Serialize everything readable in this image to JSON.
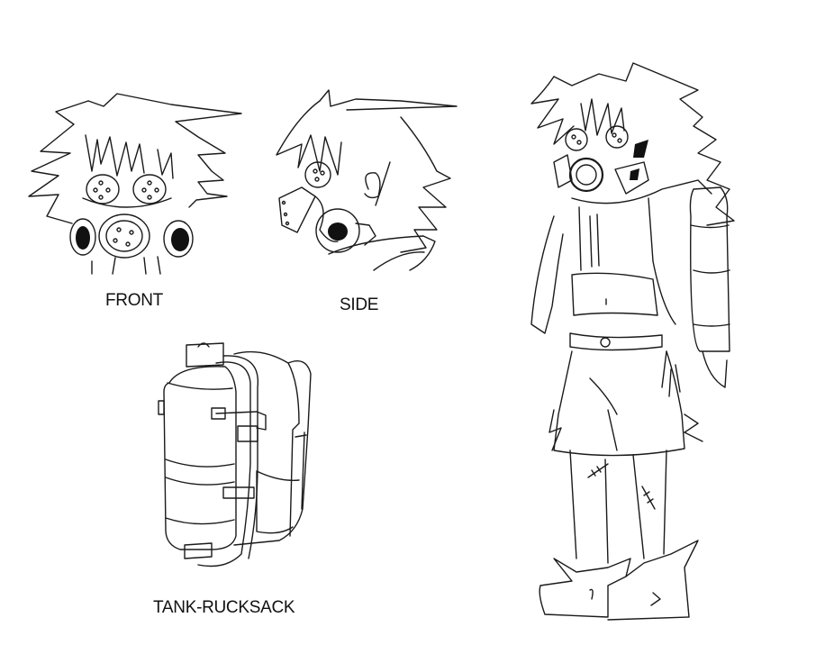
{
  "sheet": {
    "type": "character concept sketch sheet",
    "background": "#ffffff",
    "line_color": "#1a1a1a"
  },
  "views": [
    {
      "id": "front",
      "label": "FRONT",
      "subject": "head with gas mask, front view"
    },
    {
      "id": "side",
      "label": "SIDE",
      "subject": "head with gas mask, side view"
    },
    {
      "id": "tank",
      "label": "TANK-RUCKSACK",
      "subject": "air tank backpack"
    },
    {
      "id": "full",
      "label": "",
      "subject": "full body character with gas mask and tank backpack"
    }
  ]
}
